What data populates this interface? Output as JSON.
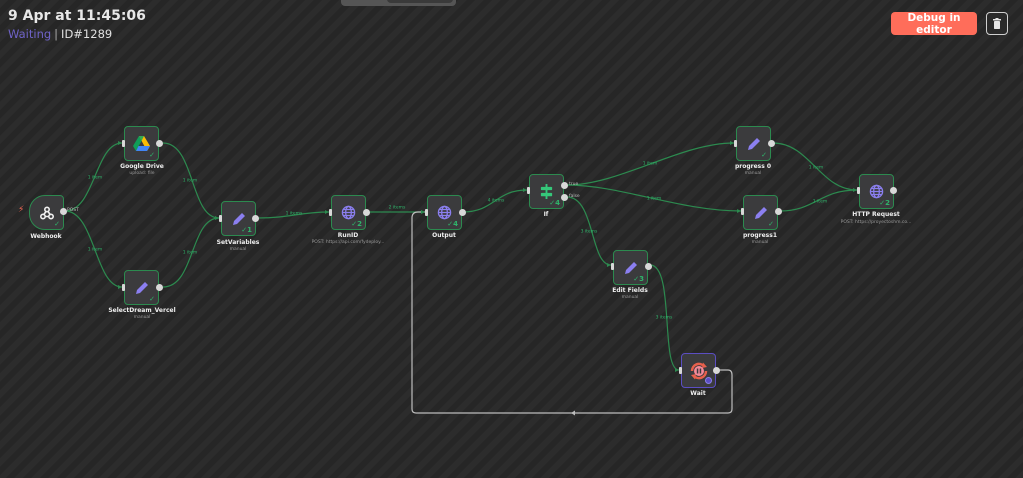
{
  "header": {
    "date": "9 Apr at 11:45:06",
    "status": "Waiting",
    "separator": "|",
    "execution_id": "ID#1289"
  },
  "toolbar": {
    "debug_label": "Debug in editor",
    "delete_icon": "trash-icon",
    "accent_color": "#ff6d5a"
  },
  "nodes": {
    "webhook": {
      "name": "Webhook",
      "subtitle": "",
      "icon": "webhook-icon",
      "output_label": "POST",
      "status": "success"
    },
    "google_drive": {
      "name": "Google Drive",
      "subtitle": "upload: file",
      "icon": "google-drive-icon",
      "status": "success"
    },
    "select_dream": {
      "name": "SelectDream_Vercel",
      "subtitle": "manual",
      "icon": "pencil-icon",
      "status": "success"
    },
    "set_variables": {
      "name": "SetVariables",
      "subtitle": "manual",
      "icon": "pencil-icon",
      "status": "success",
      "count": "1"
    },
    "run_id": {
      "name": "RunID",
      "subtitle": "POST: https://api.com/fydeploy...",
      "icon": "globe-icon",
      "status": "success",
      "count": "2"
    },
    "output": {
      "name": "Output",
      "subtitle": "",
      "icon": "globe-icon",
      "status": "success",
      "count": "4"
    },
    "if": {
      "name": "If",
      "subtitle": "",
      "icon": "if-icon",
      "status": "success",
      "count": "4",
      "true_label": "true",
      "false_label": "false"
    },
    "progress0": {
      "name": "progress 0",
      "subtitle": "manual",
      "icon": "pencil-icon",
      "status": "success"
    },
    "progress1": {
      "name": "progress1",
      "subtitle": "manual",
      "icon": "pencil-icon",
      "status": "success"
    },
    "http_request": {
      "name": "HTTP Request",
      "subtitle": "POST: https://proyectoshm.co...",
      "icon": "globe-icon",
      "status": "success",
      "count": "2"
    },
    "edit_fields": {
      "name": "Edit Fields",
      "subtitle": "manual",
      "icon": "pencil-icon",
      "status": "success",
      "count": "3"
    },
    "wait": {
      "name": "Wait",
      "subtitle": "",
      "icon": "wait-pause-icon",
      "status": "waiting"
    }
  },
  "edges": {
    "webhook_gdrive": "1 item",
    "webhook_select": "1 item",
    "gdrive_setvars": "1 item",
    "select_setvars": "1 item",
    "setvars_runid": "1 items",
    "runid_output": "2 items",
    "output_if": "4 items",
    "if_true_progress0": "1 item",
    "if_true_progress1": "1 item",
    "if_false_edit": "3 items",
    "progress0_http": "1 item",
    "progress1_http": "1 item",
    "edit_wait": "3 items"
  }
}
